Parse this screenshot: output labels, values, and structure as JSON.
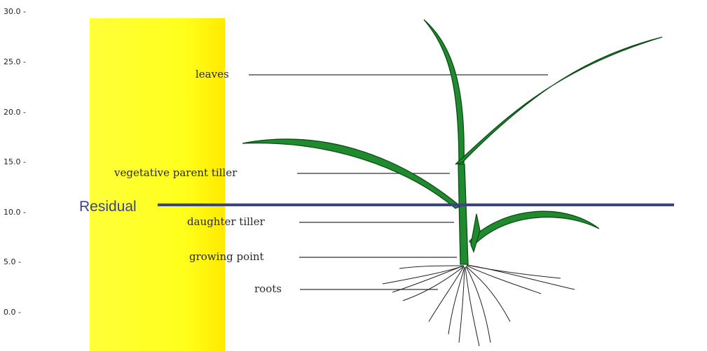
{
  "scale": {
    "ticks": [
      "30.0 -",
      "25.0 -",
      "20.0 -",
      "15.0 -",
      "10.0 -",
      "5.0 -",
      "0.0 -"
    ]
  },
  "labels": {
    "leaves": "leaves",
    "vegetative_parent_tiller": "vegetative  parent tiller",
    "daughter_tiller": "daughter tiller",
    "growing_point": "growing point",
    "roots": "roots"
  },
  "residual": {
    "label": "Residual",
    "line_color": "#3a4585",
    "level": 10.0
  },
  "colors": {
    "highlight": "#ffff22",
    "plant": "#1f8a2e",
    "plant_dark": "#0d4d17"
  }
}
